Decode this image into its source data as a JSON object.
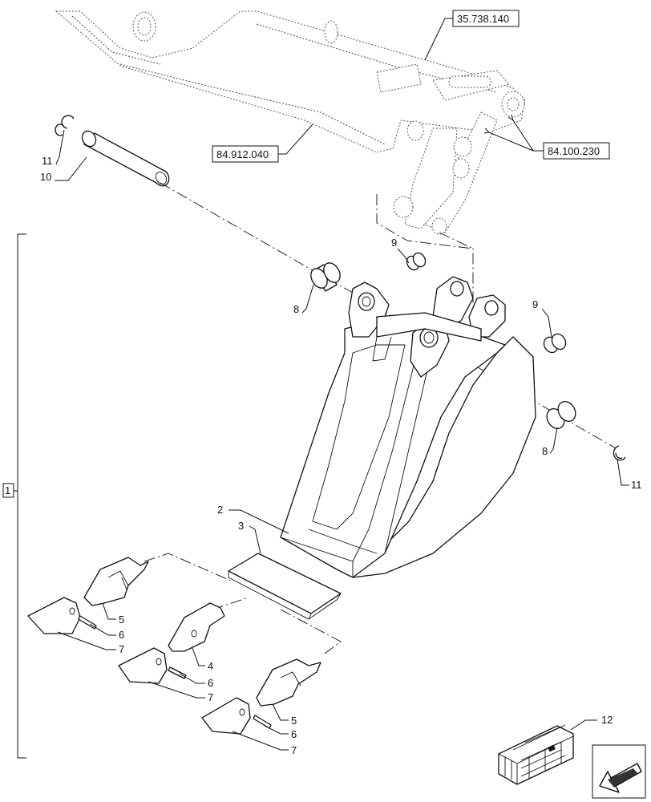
{
  "refs": {
    "boom": "35.738.140",
    "arm": "84.912.040",
    "link": "84.100.230"
  },
  "callouts": {
    "c1": "1",
    "c2": "2",
    "c3": "3",
    "c4": "4",
    "c5a": "5",
    "c5b": "5",
    "c6a": "6",
    "c6b": "6",
    "c6c": "6",
    "c7a": "7",
    "c7b": "7",
    "c7c": "7",
    "c8a": "8",
    "c8b": "8",
    "c9a": "9",
    "c9b": "9",
    "c10": "10",
    "c11a": "11",
    "c11b": "11",
    "c12": "12"
  },
  "icons": {
    "kit": "kit-crate-icon",
    "nav": "next-page-arrow-icon"
  }
}
